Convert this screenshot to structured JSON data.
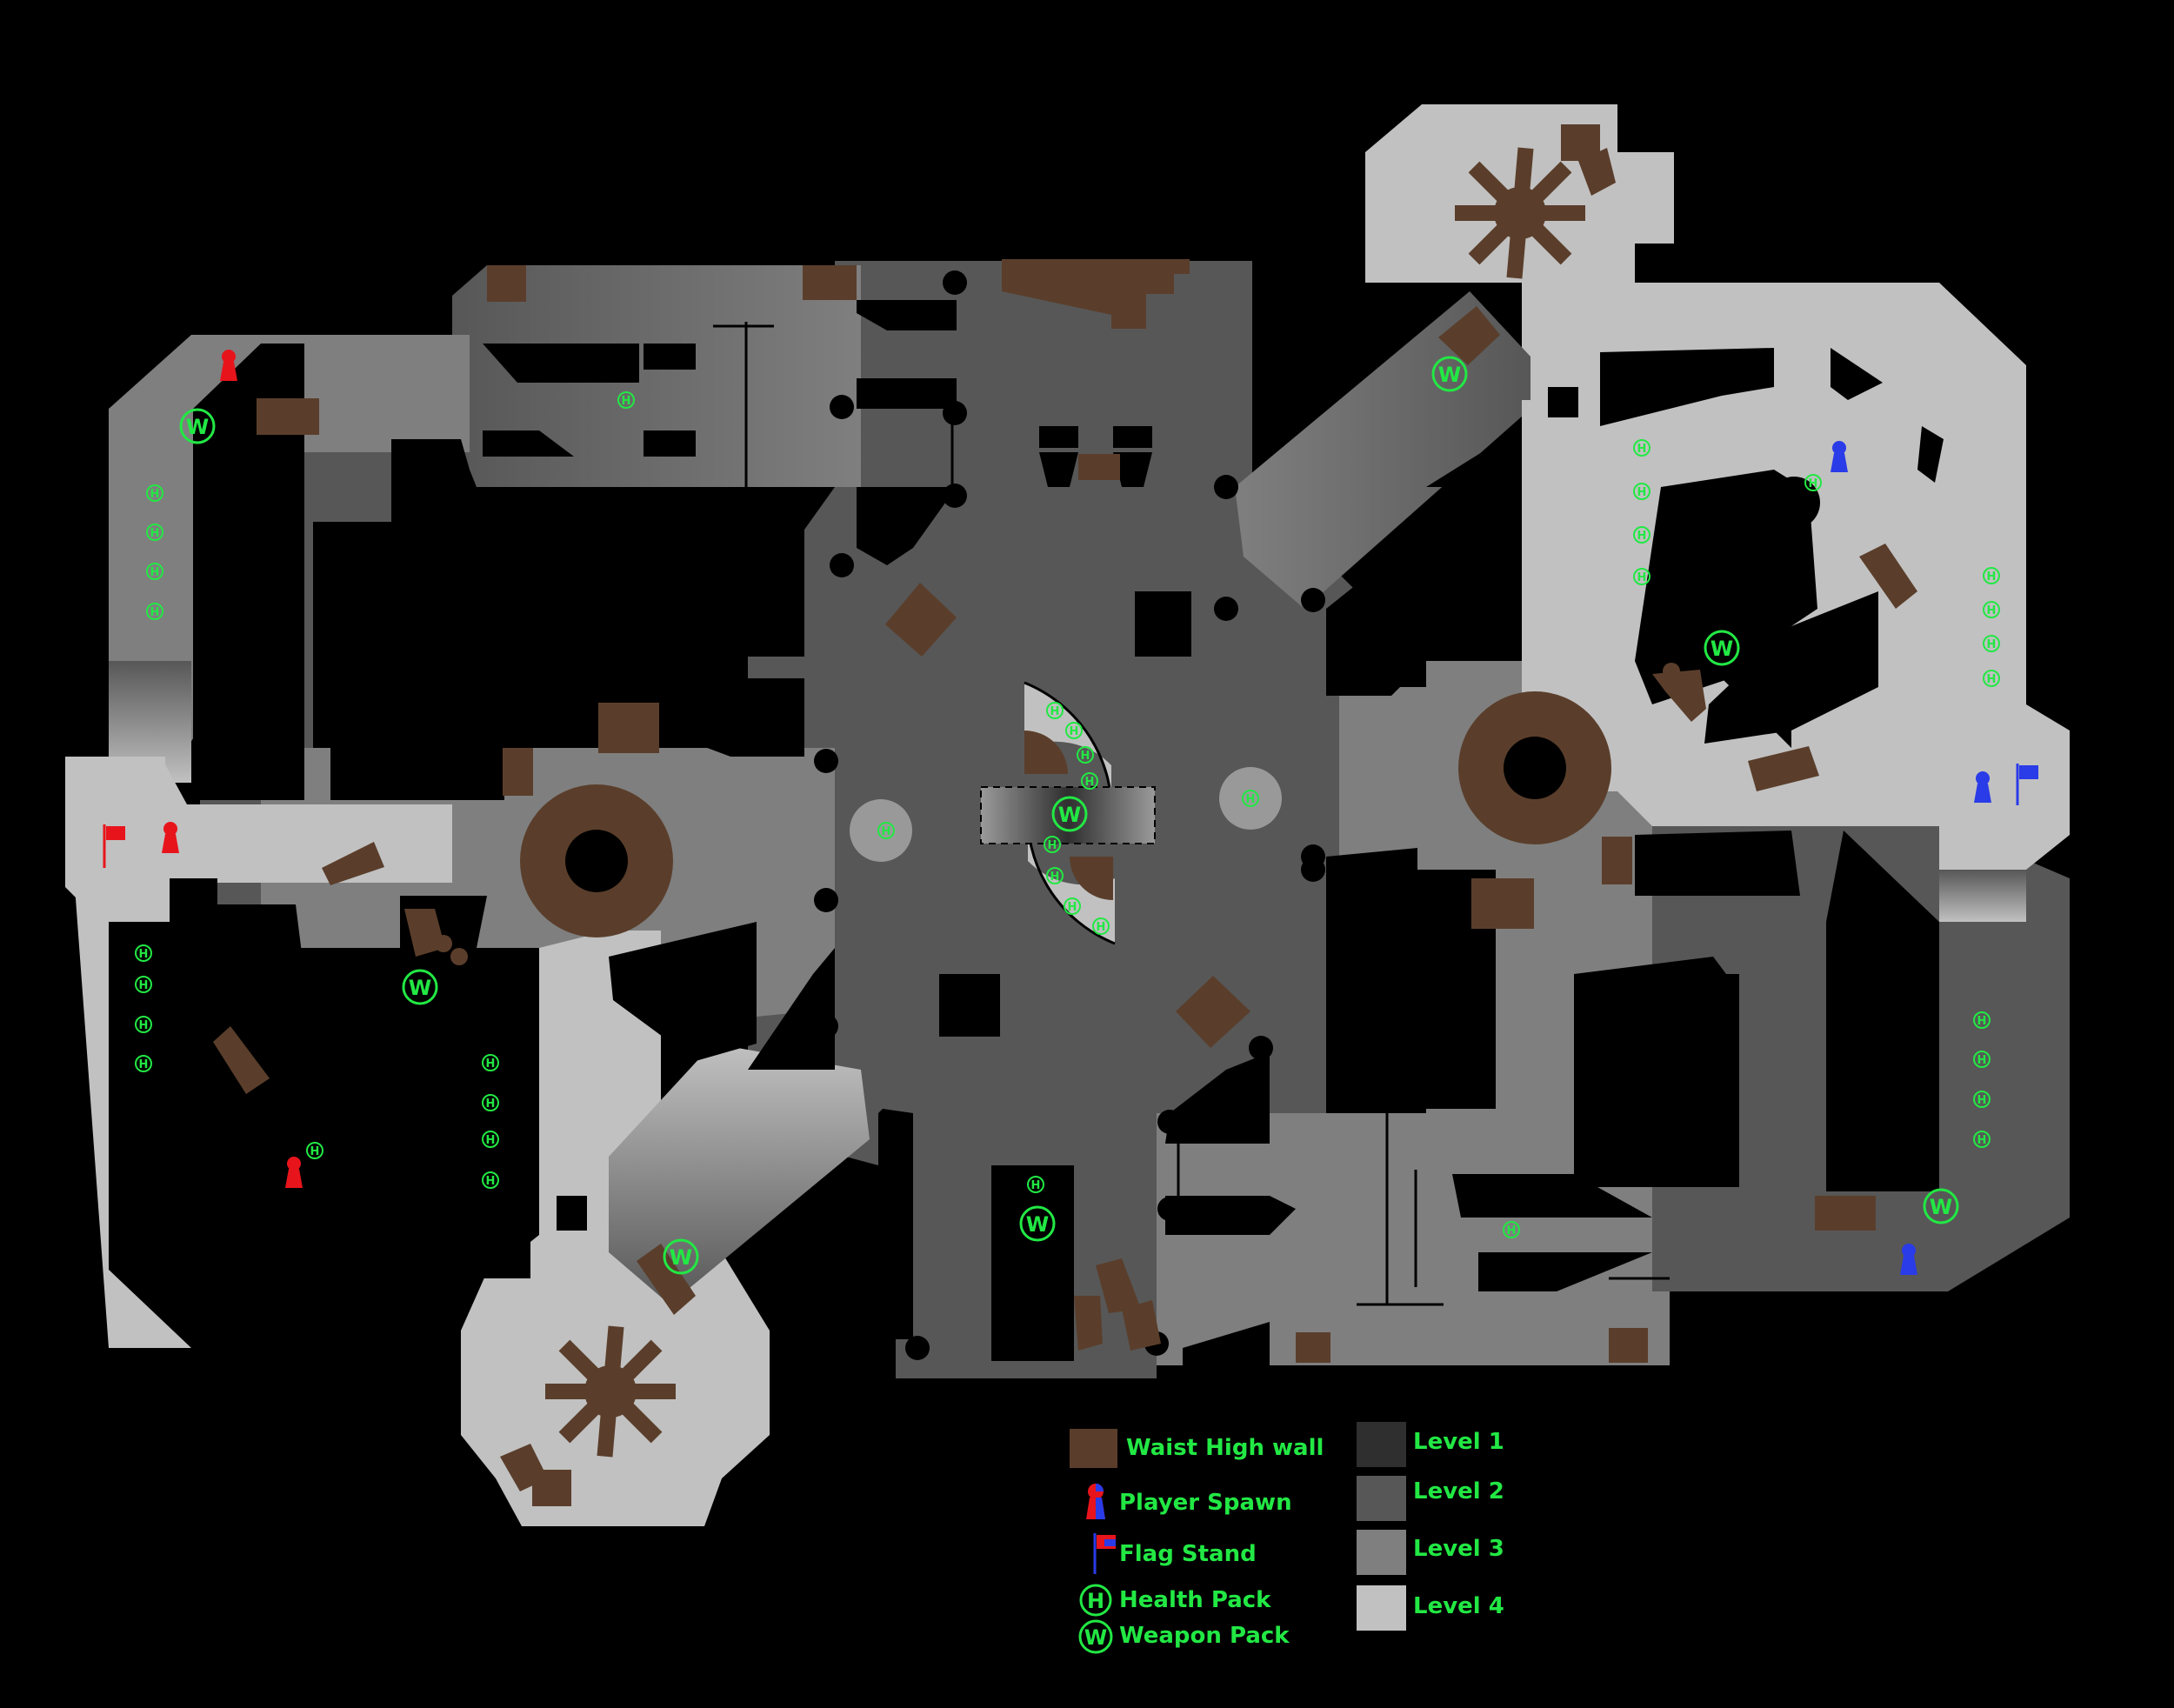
{
  "legend": {
    "waist_high_wall": "Waist High wall",
    "player_spawn": "Player Spawn",
    "flag_stand": "Flag Stand",
    "health_pack": "Health Pack",
    "weapon_pack": "Weapon Pack",
    "level_1": "Level 1",
    "level_2": "Level 2",
    "level_3": "Level 3",
    "level_4": "Level 4"
  },
  "icons": {
    "health": "H",
    "weapon": "W"
  },
  "colors": {
    "background": "#000000",
    "level_1": "#2f2f2f",
    "level_2": "#575757",
    "level_3": "#7f7f7f",
    "level_4": "#c1c1c1",
    "waist_high_wall": "#5a3e2b",
    "pickup": "#22e844",
    "red_team": "#e8141c",
    "blue_team": "#2a3be8"
  }
}
